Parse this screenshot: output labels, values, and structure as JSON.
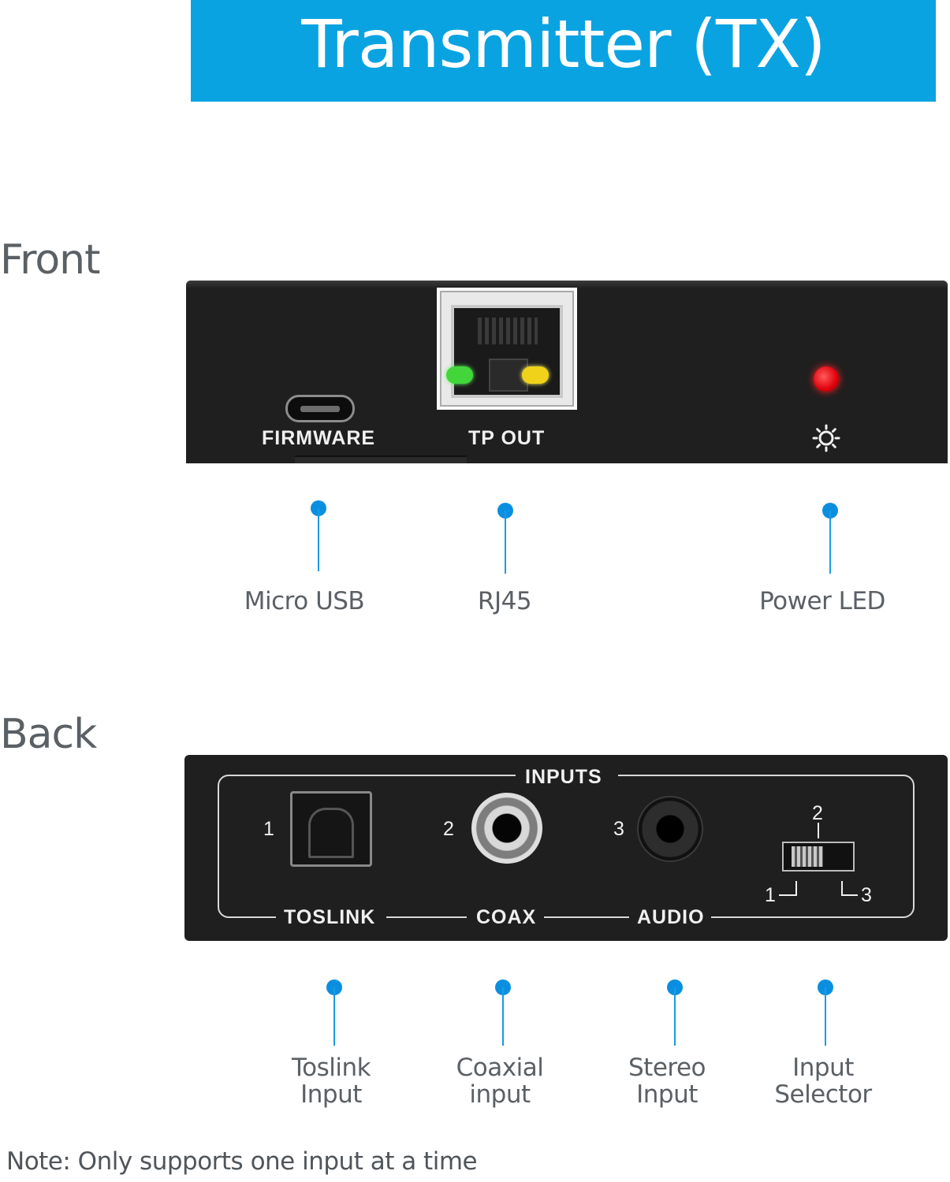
{
  "banner": {
    "title": "Transmitter (TX)",
    "color": "#0aa3e2"
  },
  "front": {
    "section_label": "Front",
    "panel_labels": {
      "firmware": "FIRMWARE",
      "tp_out": "TP OUT"
    },
    "callouts": [
      {
        "label": "Micro USB"
      },
      {
        "label": "RJ45"
      },
      {
        "label": "Power LED"
      }
    ]
  },
  "back": {
    "section_label": "Back",
    "panel_labels": {
      "inputs": "INPUTS",
      "toslink": "TOSLINK",
      "coax": "COAX",
      "audio": "AUDIO",
      "num_1": "1",
      "num_2": "2",
      "num_3": "3",
      "sel_1": "1",
      "sel_2": "2",
      "sel_3": "3"
    },
    "callouts": [
      {
        "line1": "Toslink",
        "line2": "Input"
      },
      {
        "line1": "Coaxial",
        "line2": "input"
      },
      {
        "line1": "Stereo",
        "line2": "Input"
      },
      {
        "line1": "Input",
        "line2": "Selector"
      }
    ]
  },
  "note": "Note: Only supports one input at a time",
  "colors": {
    "accent": "#0aa3e2",
    "callout": "#0a8fe0",
    "led_green": "#42d63a",
    "led_yellow": "#f0d21b",
    "led_red": "#e0000b"
  }
}
